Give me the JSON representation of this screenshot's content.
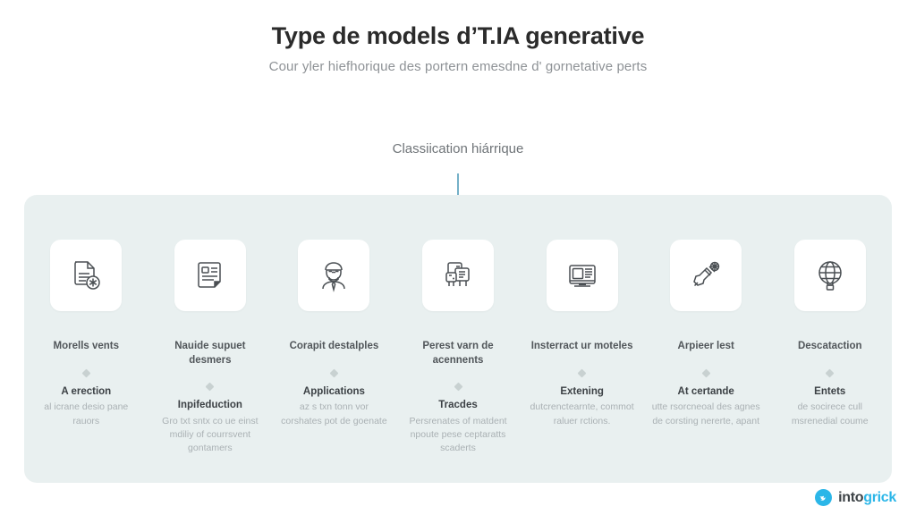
{
  "header": {
    "title": "Type de models d’T.IA generative",
    "subtitle": "Cour yler hiefhorique des portern emesdne d' gornetative perts"
  },
  "root": {
    "label": "Classiication hiárrique"
  },
  "colors": {
    "connector": "#3a8fb0",
    "panel_bg": "#e9f0f0",
    "accent": "#2bb6e8",
    "title": "#2b2b2b",
    "subtitle": "#8e9296",
    "node_label": "#51565a",
    "leaf_title": "#3c4145",
    "leaf_body": "#aab1b4",
    "diamond": "#c2cbcb"
  },
  "columns": [
    {
      "icon": "document-star-icon",
      "label": "Morells vents",
      "leaf_title": "A erection",
      "leaf_body": "al icrane desio pane rauors"
    },
    {
      "icon": "document-lines-icon",
      "label": "Nauide supuet desmers",
      "leaf_title": "Inpifeduction",
      "leaf_body": "Gro txt sntx co ue einst mdiliy of courrsvent gontamers"
    },
    {
      "icon": "person-avatar-icon",
      "label": "Corapit destalples",
      "leaf_title": "Applications",
      "leaf_body": "az s txn tonn vor corshates pot de goenate"
    },
    {
      "icon": "panels-stack-icon",
      "label": "Perest varn de acennents",
      "leaf_title": "Tracdes",
      "leaf_body": "Persrenates of matdent npoute pese ceptaratts scaderts"
    },
    {
      "icon": "monitor-screen-icon",
      "label": "Insterract ur moteles",
      "leaf_title": "Extening",
      "leaf_body": "dutcrenctearnte, commot raluer rctions."
    },
    {
      "icon": "flask-gear-icon",
      "label": "Arpieer lest",
      "leaf_title": "At certande",
      "leaf_body": "utte rsorcneoal des agnes de corsting nererte, apant"
    },
    {
      "icon": "globe-balloon-icon",
      "label": "Descataction",
      "leaf_title": "Entets",
      "leaf_body": "de socirece cull msrenedial coume"
    }
  ],
  "logo": {
    "name_first": "into",
    "name_second": "grick",
    "icon": "bird-badge-icon"
  }
}
